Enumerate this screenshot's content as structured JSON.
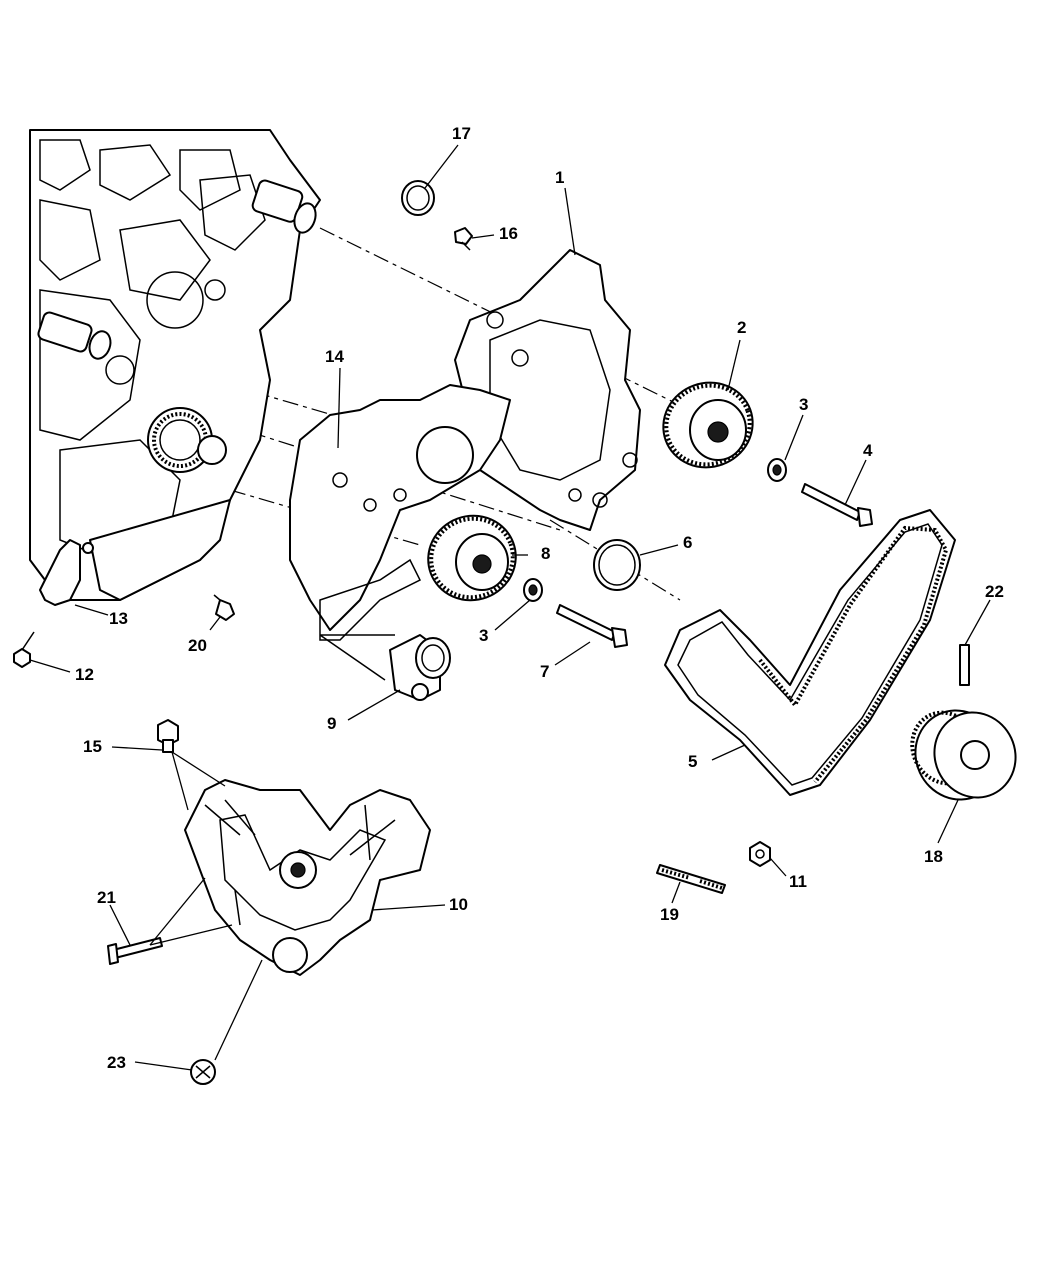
{
  "diagram": {
    "callouts": [
      "1",
      "2",
      "3",
      "4",
      "5",
      "6",
      "3",
      "7",
      "8",
      "9",
      "10",
      "11",
      "12",
      "13",
      "14",
      "15",
      "16",
      "17",
      "18",
      "19",
      "20",
      "21",
      "22",
      "23"
    ]
  }
}
